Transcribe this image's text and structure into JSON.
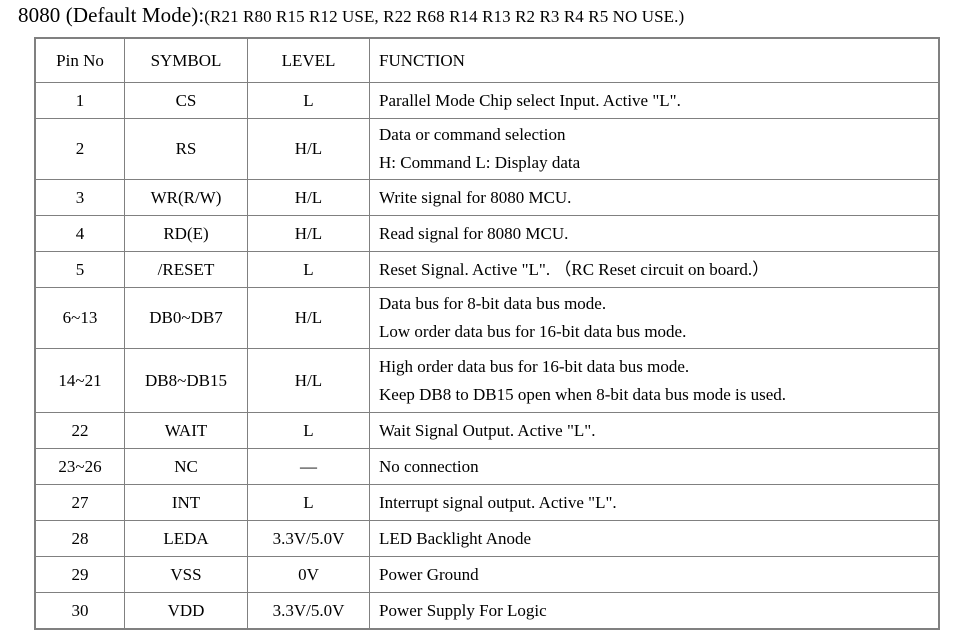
{
  "title": {
    "main": "8080 (Default Mode):",
    "note": "(R21   R80   R15   R12   USE, R22 R68 R14 R13 R2 R3 R4 R5 NO USE.)"
  },
  "table": {
    "headers": {
      "pin": "Pin No",
      "symbol": "SYMBOL",
      "level": "LEVEL",
      "function": "FUNCTION"
    },
    "rows": [
      {
        "pin": "1",
        "symbol": "CS",
        "level": "L",
        "function_lines": [
          "Parallel Mode Chip select Input. Active \"L\"."
        ]
      },
      {
        "pin": "2",
        "symbol": "RS",
        "level": "H/L",
        "function_lines": [
          "Data or command selection",
          "H: Command        L: Display data"
        ]
      },
      {
        "pin": "3",
        "symbol": "WR(R/W)",
        "level": "H/L",
        "function_lines": [
          "Write signal for 8080 MCU."
        ]
      },
      {
        "pin": "4",
        "symbol": "RD(E)",
        "level": "H/L",
        "function_lines": [
          "Read signal for 8080 MCU."
        ]
      },
      {
        "pin": "5",
        "symbol": "/RESET",
        "level": "L",
        "function_lines": [
          "Reset Signal. Active \"L\".  （RC Reset circuit on board.）"
        ]
      },
      {
        "pin": "6~13",
        "symbol": "DB0~DB7",
        "level": "H/L",
        "function_lines": [
          "Data bus for 8-bit data bus mode.",
          "Low order data bus for 16-bit data bus mode."
        ]
      },
      {
        "pin": "14~21",
        "symbol": "DB8~DB15",
        "level": "H/L",
        "function_lines": [
          "High order data bus for 16-bit data bus mode.",
          "Keep DB8 to DB15 open when 8-bit data bus mode is used."
        ]
      },
      {
        "pin": "22",
        "symbol": "WAIT",
        "level": "L",
        "function_lines": [
          "Wait Signal Output.    Active \"L\"."
        ]
      },
      {
        "pin": "23~26",
        "symbol": "NC",
        "level": "—",
        "function_lines": [
          "No connection"
        ]
      },
      {
        "pin": "27",
        "symbol": "INT",
        "level": "L",
        "function_lines": [
          "Interrupt signal output. Active \"L\"."
        ]
      },
      {
        "pin": "28",
        "symbol": "LEDA",
        "level": "3.3V/5.0V",
        "function_lines": [
          "LED Backlight Anode"
        ]
      },
      {
        "pin": "29",
        "symbol": "VSS",
        "level": "0V",
        "function_lines": [
          "Power Ground"
        ]
      },
      {
        "pin": "30",
        "symbol": "VDD",
        "level": "3.3V/5.0V",
        "function_lines": [
          "Power Supply For Logic"
        ]
      }
    ]
  }
}
